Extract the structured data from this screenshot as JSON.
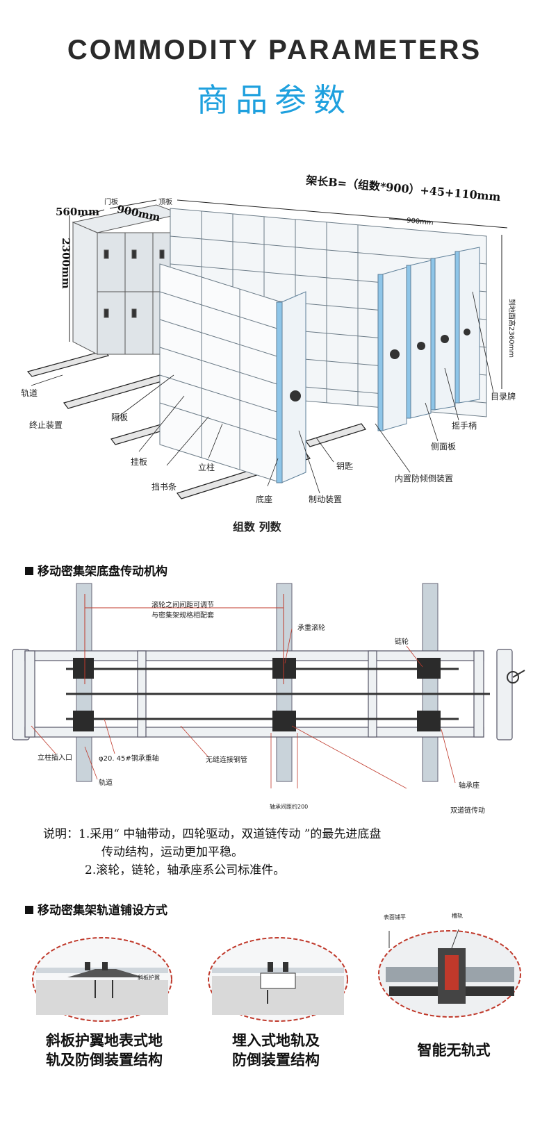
{
  "header": {
    "title_en": "COMMODITY PARAMETERS",
    "title_cn": "商品参数"
  },
  "shelf_diagram": {
    "dims": {
      "width_560": "560mm",
      "width_900": "900mm",
      "height_2300": "2300mm",
      "length_formula": "架长B=（组数*900）+45+110mm",
      "unit_900": "900mm",
      "height_2360": "到地面高2360mm"
    },
    "labels": {
      "door_panel": "门板",
      "top_panel": "顶板",
      "track": "轨道",
      "stopper": "终止装置",
      "divider": "隔板",
      "hanging_board": "挂板",
      "book_strip": "挡书条",
      "column": "立柱",
      "base": "底座",
      "brake": "制动装置",
      "key": "钥匙",
      "anti_tilt": "内置防倾倒装置",
      "side_panel": "侧面板",
      "handle": "摇手柄",
      "catalog_card": "目录牌"
    },
    "caption": "组数  列数"
  },
  "chassis": {
    "heading": "移动密集架底盘传动机构",
    "labels": {
      "roller_distance_1": "滚轮之间间距可调节",
      "roller_distance_2": "与密集架规格相配套",
      "load_roller": "承重滚轮",
      "sprocket": "链轮",
      "column_inlet": "立柱插入口",
      "shaft": "φ20. 45#钢承重轴",
      "seamless_pipe": "无缝连接钢管",
      "track": "轨道",
      "bearing_seat": "轴承座",
      "chain_drive": "双道链传动",
      "roller_spacing": "轴承间距约200"
    },
    "notes": [
      "说明：1.采用“ 中轴带动，四轮驱动，双道链传动 ”的最先进底盘",
      "传动结构，运动更加平稳。",
      "2.滚轮，链轮，轴承座系公司标准件。"
    ]
  },
  "track_install": {
    "heading": "移动密集架轨道铺设方式",
    "items": [
      {
        "caption_1": "斜板护翼地表式地",
        "caption_2": "轨及防倒装置结构",
        "tag": "斜板护翼"
      },
      {
        "caption_1": "埋入式地轨及",
        "caption_2": "防倒装置结构",
        "tag": ""
      },
      {
        "caption_1": "智能无轨式",
        "caption_2": "",
        "tag": ""
      }
    ],
    "third_labels": {
      "surface": "表面铺平",
      "groove": "槽轨"
    }
  },
  "colors": {
    "accent_blue": "#1ea0de",
    "panel_blue": "#8ec5e8",
    "metal_gray": "#c9d3da",
    "dark": "#222222"
  }
}
